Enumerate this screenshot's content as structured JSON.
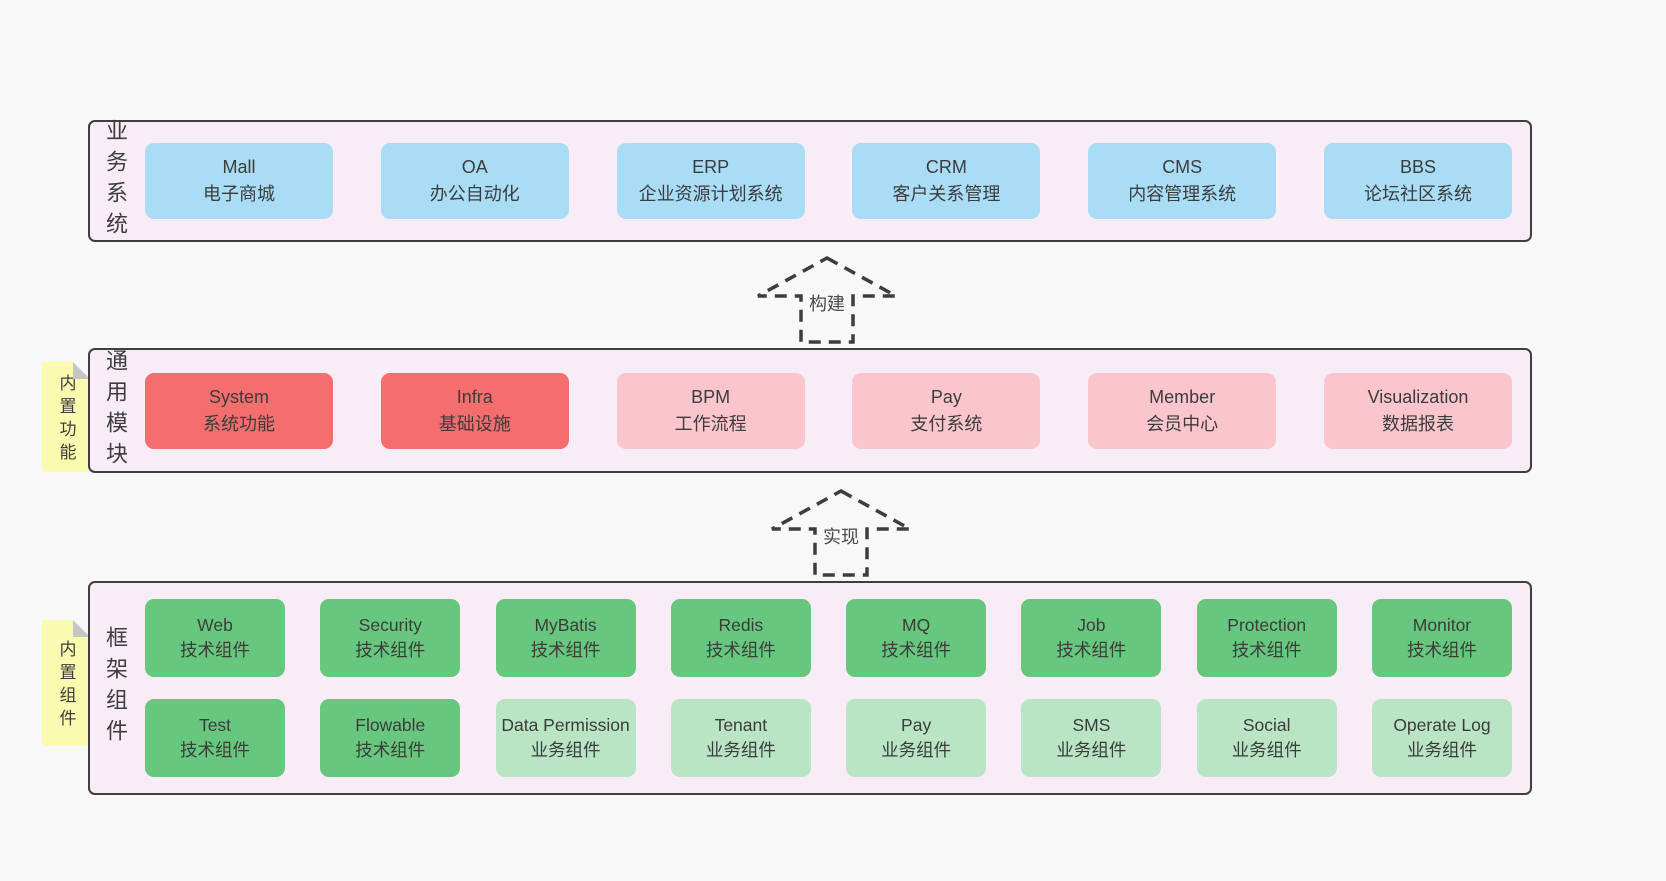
{
  "colors": {
    "page-bg": "#f8f8f8",
    "panel-bg": "#f8edf6",
    "panel-border": "#3f3f3f",
    "box-blue": "#a9dcf5",
    "box-red": "#f56e6e",
    "box-pink": "#fbc5ce",
    "box-green": "#68c77e",
    "box-green-light": "#b9e5c4",
    "note-yellow": "#fbfbaf",
    "note-fold": "#c6c6c6",
    "text": "#3d3d3d"
  },
  "business": {
    "label": "业务系统",
    "boxes": [
      {
        "name": "Mall",
        "desc": "电子商城"
      },
      {
        "name": "OA",
        "desc": "办公自动化"
      },
      {
        "name": "ERP",
        "desc": "企业资源计划系统"
      },
      {
        "name": "CRM",
        "desc": "客户关系管理"
      },
      {
        "name": "CMS",
        "desc": "内容管理系统"
      },
      {
        "name": "BBS",
        "desc": "论坛社区系统"
      }
    ]
  },
  "arrows": {
    "build": "构建",
    "implement": "实现"
  },
  "modules": {
    "label": "通用模块",
    "note": "内置功能",
    "boxes": [
      {
        "name": "System",
        "desc": "系统功能"
      },
      {
        "name": "Infra",
        "desc": "基础设施"
      },
      {
        "name": "BPM",
        "desc": "工作流程"
      },
      {
        "name": "Pay",
        "desc": "支付系统"
      },
      {
        "name": "Member",
        "desc": "会员中心"
      },
      {
        "name": "Visualization",
        "desc": "数据报表"
      }
    ]
  },
  "framework": {
    "label": "框架组件",
    "note": "内置组件",
    "row1": [
      {
        "name": "Web",
        "desc": "技术组件"
      },
      {
        "name": "Security",
        "desc": "技术组件"
      },
      {
        "name": "MyBatis",
        "desc": "技术组件"
      },
      {
        "name": "Redis",
        "desc": "技术组件"
      },
      {
        "name": "MQ",
        "desc": "技术组件"
      },
      {
        "name": "Job",
        "desc": "技术组件"
      },
      {
        "name": "Protection",
        "desc": "技术组件"
      },
      {
        "name": "Monitor",
        "desc": "技术组件"
      }
    ],
    "row2": [
      {
        "name": "Test",
        "desc": "技术组件"
      },
      {
        "name": "Flowable",
        "desc": "技术组件"
      },
      {
        "name": "Data Permission",
        "desc": "业务组件"
      },
      {
        "name": "Tenant",
        "desc": "业务组件"
      },
      {
        "name": "Pay",
        "desc": "业务组件"
      },
      {
        "name": "SMS",
        "desc": "业务组件"
      },
      {
        "name": "Social",
        "desc": "业务组件"
      },
      {
        "name": "Operate Log",
        "desc": "业务组件"
      }
    ]
  }
}
